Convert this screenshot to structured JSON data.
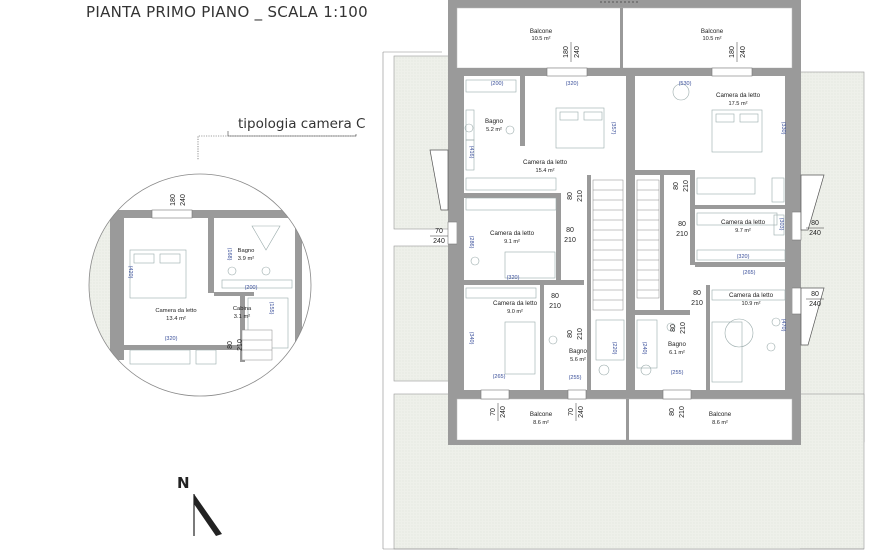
{
  "header": {
    "title": "PIANTA PRIMO PIANO _ SCALA 1:100"
  },
  "callout": {
    "label": "tipologia camera C"
  },
  "compass": {
    "label": "N"
  },
  "rooms": {
    "balcone_nw": {
      "name": "Balcone",
      "area": "10.5 m²"
    },
    "balcone_ne": {
      "name": "Balcone",
      "area": "10.5 m²"
    },
    "bagno_nw": {
      "name": "Bagno",
      "area": "5.2 m²"
    },
    "camera_nw": {
      "name": "Camera da letto",
      "area": "15.4 m²"
    },
    "camera_ne": {
      "name": "Camera da letto",
      "area": "17.5 m²"
    },
    "camera_wmid": {
      "name": "Camera da letto",
      "area": "9.1 m²"
    },
    "camera_emid": {
      "name": "Camera da letto",
      "area": "9.7 m²"
    },
    "camera_sw": {
      "name": "Camera da letto",
      "area": "9.0 m²"
    },
    "camera_se": {
      "name": "Camera da letto",
      "area": "10.9 m²"
    },
    "bagno_sw": {
      "name": "Bagno",
      "area": "5.6 m²"
    },
    "bagno_se": {
      "name": "Bagno",
      "area": "6.1 m²"
    },
    "balcone_sw": {
      "name": "Balcone",
      "area": "8.6 m²"
    },
    "balcone_se": {
      "name": "Balcone",
      "area": "8.6 m²"
    }
  },
  "zoom_rooms": {
    "bagno": {
      "name": "Bagno",
      "area": "3.9 m²"
    },
    "camera": {
      "name": "Camera da letto",
      "area": "13.4 m²"
    },
    "cabina": {
      "name": "Cabina",
      "area": "3.1 m²"
    }
  },
  "openings": {
    "top_w": {
      "w": "180",
      "h": "240"
    },
    "top_e": {
      "w": "180",
      "h": "240"
    },
    "west": {
      "w": "70",
      "h": "240"
    },
    "east_1": {
      "w": "80",
      "h": "240"
    },
    "east_2": {
      "w": "80",
      "h": "240"
    },
    "bot_w": {
      "w": "70",
      "h": "240"
    },
    "bot_e": {
      "w": "70",
      "h": "240"
    },
    "door_1": {
      "w": "80",
      "h": "210"
    },
    "door_2": {
      "w": "80",
      "h": "210"
    },
    "door_3": {
      "w": "80",
      "h": "210"
    },
    "door_4": {
      "w": "80",
      "h": "210"
    },
    "door_5": {
      "w": "80",
      "h": "210"
    },
    "door_6": {
      "w": "80",
      "h": "210"
    },
    "door_7": {
      "w": "80",
      "h": "210"
    },
    "door_8": {
      "w": "80",
      "h": "210"
    },
    "door_9": {
      "w": "80",
      "h": "210"
    },
    "zoom_top": {
      "w": "180",
      "h": "240"
    },
    "zoom_door": {
      "w": "80",
      "h": "210"
    }
  },
  "furniture_dims": {
    "d200": "(200)",
    "d320a": "(320)",
    "d530": "(530)",
    "d357": "(357)",
    "d416": "(416)",
    "d330": "(330)",
    "d286": "(286)",
    "d320b": "(320)",
    "d303": "(303)",
    "d320c": "(320)",
    "d265a": "(265)",
    "d340": "(340)",
    "d470": "(470)",
    "d220": "(220)",
    "d240": "(240)",
    "d265b": "(265)",
    "d255": "(255)",
    "d255b": "(255)",
    "z168": "(168)",
    "z200": "(200)",
    "z320": "(320)",
    "z155": "(155)",
    "z420": "(420)"
  }
}
